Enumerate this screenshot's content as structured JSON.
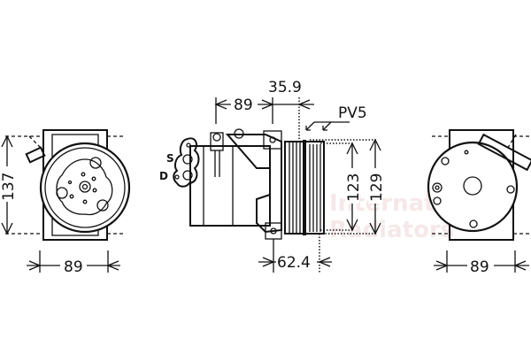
{
  "watermark": {
    "line1": "International",
    "line2": "Radiators",
    "color": "#f0d6d6"
  },
  "views": {
    "front": {
      "height_dim": "137",
      "width_dim": "89"
    },
    "side": {
      "body_dim": "89",
      "pulley_offset_dim": "35.9",
      "belt_label": "PV5",
      "pulley_inner_dim": "123",
      "pulley_outer_dim": "129",
      "mount_to_pulley_dim": "62.4",
      "port_suction": "S",
      "port_discharge": "D"
    },
    "rear": {
      "width_dim": "89"
    }
  },
  "colors": {
    "line": "#111111",
    "background": "#ffffff"
  }
}
